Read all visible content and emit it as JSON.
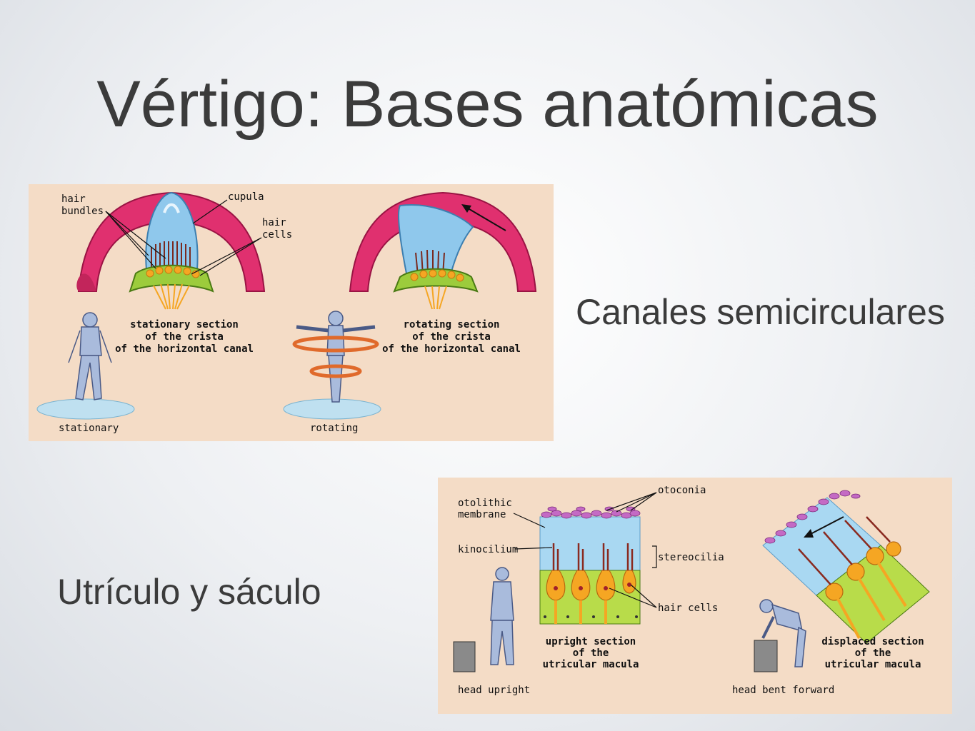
{
  "slide": {
    "title": "Vértigo: Bases anatómicas",
    "caption_semicircular": "Canales semicirculares",
    "caption_utricle": "Utrículo y sáculo"
  },
  "figure_top": {
    "label_hair_bundles_1": "hair",
    "label_hair_bundles_2": "bundles",
    "label_cupula": "cupula",
    "label_hair_cells_1": "hair",
    "label_hair_cells_2": "cells",
    "left_section_1": "stationary section",
    "left_section_2": "of the crista",
    "left_section_3": "of the horizontal canal",
    "right_section_1": "rotating section",
    "right_section_2": "of the crista",
    "right_section_3": "of the horizontal canal",
    "label_stationary": "stationary",
    "label_rotating": "rotating"
  },
  "figure_bottom": {
    "label_otolithic_1": "otolithic",
    "label_otolithic_2": "membrane",
    "label_otoconia": "otoconia",
    "label_kinocilium": "kinocilium",
    "label_stereocilia": "stereocilia",
    "label_hair_cells": "hair cells",
    "upright_1": "upright section",
    "upright_2": "of the",
    "upright_3": "utricular macula",
    "displaced_1": "displaced section",
    "displaced_2": "of the",
    "displaced_3": "utricular macula",
    "label_head_upright": "head upright",
    "label_head_bent": "head bent forward"
  },
  "colors": {
    "panel_bg": "#f4dcc6",
    "canal_pink": "#e0306f",
    "cupula_blue": "#8fc8ec",
    "cell_green": "#9ccc3c",
    "nerve_orange": "#f5a623"
  }
}
